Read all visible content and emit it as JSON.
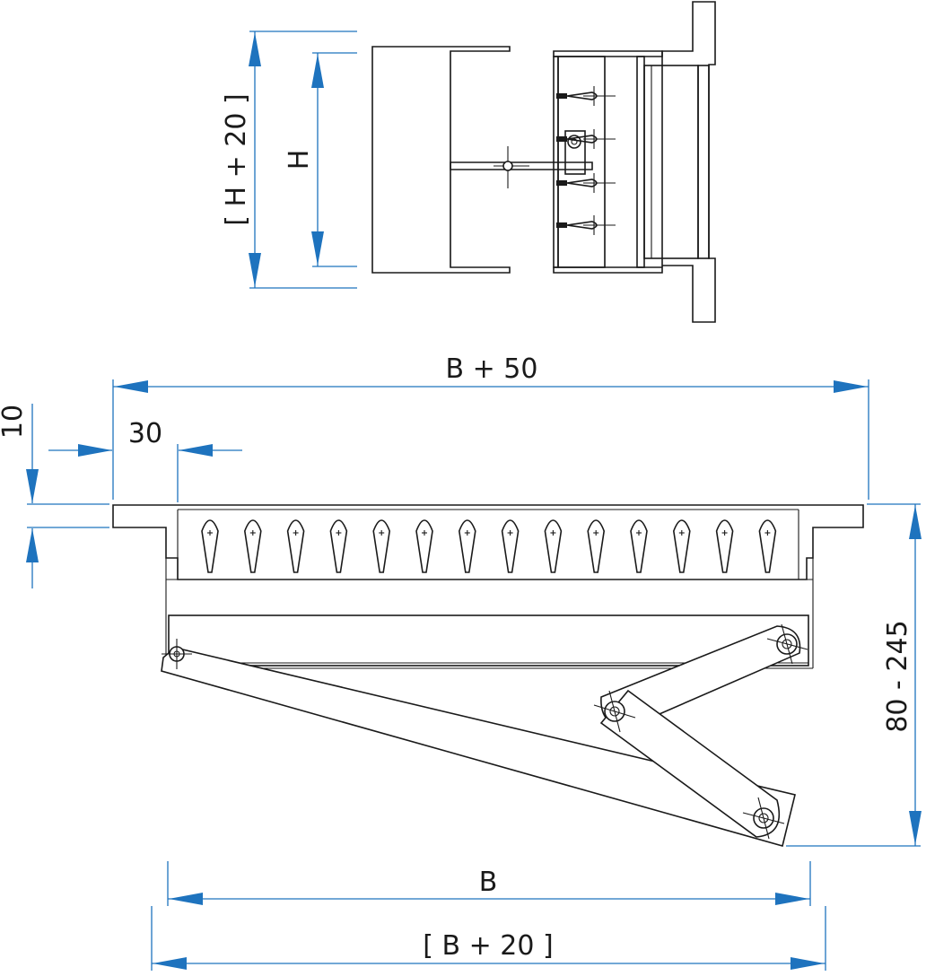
{
  "dimensions": {
    "h_plus_20": "[ H + 20 ]",
    "h": "H",
    "b_plus_50": "B + 50",
    "thirty": "30",
    "ten": "10",
    "range_80_245": "80 - 245",
    "b": "B",
    "b_plus_20": "[ B + 20 ]"
  },
  "colors": {
    "dimension_line": "#1e73be",
    "outline": "#1a1a1a"
  },
  "louver_blade_count": 14
}
